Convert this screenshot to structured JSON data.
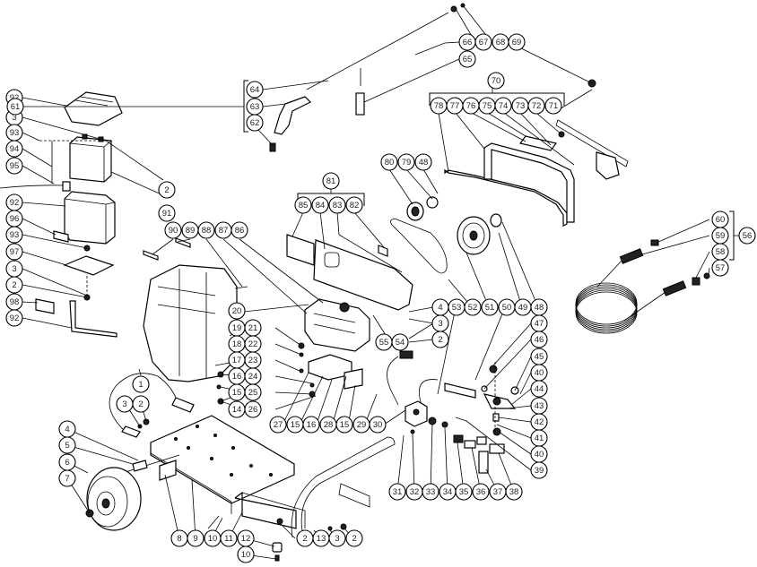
{
  "diagram": {
    "title": "Pressure Washer Exploded Parts Diagram",
    "callouts": [
      {
        "id": "c92a",
        "label": "92"
      },
      {
        "id": "c3a",
        "label": "3"
      },
      {
        "id": "c93a",
        "label": "93"
      },
      {
        "id": "c94",
        "label": "94"
      },
      {
        "id": "c95",
        "label": "95"
      },
      {
        "id": "c92b",
        "label": "92"
      },
      {
        "id": "c96",
        "label": "96"
      },
      {
        "id": "c93b",
        "label": "93"
      },
      {
        "id": "c97",
        "label": "97"
      },
      {
        "id": "c3b",
        "label": "3"
      },
      {
        "id": "c2a",
        "label": "2"
      },
      {
        "id": "c98",
        "label": "98"
      },
      {
        "id": "c92c",
        "label": "92"
      },
      {
        "id": "c2b",
        "label": "2"
      },
      {
        "id": "c91",
        "label": "91"
      },
      {
        "id": "c61",
        "label": "61"
      },
      {
        "id": "c64",
        "label": "64"
      },
      {
        "id": "c63",
        "label": "63"
      },
      {
        "id": "c62",
        "label": "62"
      },
      {
        "id": "c66",
        "label": "66"
      },
      {
        "id": "c67",
        "label": "67"
      },
      {
        "id": "c68",
        "label": "68"
      },
      {
        "id": "c69",
        "label": "69"
      },
      {
        "id": "c65",
        "label": "65"
      },
      {
        "id": "c70",
        "label": "70"
      },
      {
        "id": "c78",
        "label": "78"
      },
      {
        "id": "c77",
        "label": "77"
      },
      {
        "id": "c76",
        "label": "76"
      },
      {
        "id": "c75",
        "label": "75"
      },
      {
        "id": "c74",
        "label": "74"
      },
      {
        "id": "c73",
        "label": "73"
      },
      {
        "id": "c72",
        "label": "72"
      },
      {
        "id": "c71",
        "label": "71"
      },
      {
        "id": "c80",
        "label": "80"
      },
      {
        "id": "c79",
        "label": "79"
      },
      {
        "id": "c48a",
        "label": "48"
      },
      {
        "id": "c81",
        "label": "81"
      },
      {
        "id": "c85",
        "label": "85"
      },
      {
        "id": "c84",
        "label": "84"
      },
      {
        "id": "c83",
        "label": "83"
      },
      {
        "id": "c82",
        "label": "82"
      },
      {
        "id": "c90",
        "label": "90"
      },
      {
        "id": "c89",
        "label": "89"
      },
      {
        "id": "c88",
        "label": "88"
      },
      {
        "id": "c87",
        "label": "87"
      },
      {
        "id": "c86",
        "label": "86"
      },
      {
        "id": "c20",
        "label": "20"
      },
      {
        "id": "c19",
        "label": "19"
      },
      {
        "id": "c21",
        "label": "21"
      },
      {
        "id": "c18",
        "label": "18"
      },
      {
        "id": "c22",
        "label": "22"
      },
      {
        "id": "c17",
        "label": "17"
      },
      {
        "id": "c23",
        "label": "23"
      },
      {
        "id": "c16a",
        "label": "16"
      },
      {
        "id": "c24",
        "label": "24"
      },
      {
        "id": "c15a",
        "label": "15"
      },
      {
        "id": "c25",
        "label": "25"
      },
      {
        "id": "c14",
        "label": "14"
      },
      {
        "id": "c26",
        "label": "26"
      },
      {
        "id": "c27",
        "label": "27"
      },
      {
        "id": "c15b",
        "label": "15"
      },
      {
        "id": "c16b",
        "label": "16"
      },
      {
        "id": "c28",
        "label": "28"
      },
      {
        "id": "c15c",
        "label": "15"
      },
      {
        "id": "c29",
        "label": "29"
      },
      {
        "id": "c30",
        "label": "30"
      },
      {
        "id": "c4a",
        "label": "4"
      },
      {
        "id": "c53",
        "label": "53"
      },
      {
        "id": "c52",
        "label": "52"
      },
      {
        "id": "c51",
        "label": "51"
      },
      {
        "id": "c50",
        "label": "50"
      },
      {
        "id": "c49",
        "label": "49"
      },
      {
        "id": "c48b",
        "label": "48"
      },
      {
        "id": "c3c",
        "label": "3"
      },
      {
        "id": "c2c",
        "label": "2"
      },
      {
        "id": "c55",
        "label": "55"
      },
      {
        "id": "c54",
        "label": "54"
      },
      {
        "id": "c47",
        "label": "47"
      },
      {
        "id": "c46",
        "label": "46"
      },
      {
        "id": "c45",
        "label": "45"
      },
      {
        "id": "c40a",
        "label": "40"
      },
      {
        "id": "c44",
        "label": "44"
      },
      {
        "id": "c43",
        "label": "43"
      },
      {
        "id": "c42",
        "label": "42"
      },
      {
        "id": "c41",
        "label": "41"
      },
      {
        "id": "c40b",
        "label": "40"
      },
      {
        "id": "c39",
        "label": "39"
      },
      {
        "id": "c31",
        "label": "31"
      },
      {
        "id": "c32",
        "label": "32"
      },
      {
        "id": "c33",
        "label": "33"
      },
      {
        "id": "c34",
        "label": "34"
      },
      {
        "id": "c35",
        "label": "35"
      },
      {
        "id": "c36",
        "label": "36"
      },
      {
        "id": "c37",
        "label": "37"
      },
      {
        "id": "c38",
        "label": "38"
      },
      {
        "id": "c60",
        "label": "60"
      },
      {
        "id": "c59",
        "label": "59"
      },
      {
        "id": "c58",
        "label": "58"
      },
      {
        "id": "c57",
        "label": "57"
      },
      {
        "id": "c56",
        "label": "56"
      },
      {
        "id": "c1",
        "label": "1"
      },
      {
        "id": "c3d",
        "label": "3"
      },
      {
        "id": "c2d",
        "label": "2"
      },
      {
        "id": "c4b",
        "label": "4"
      },
      {
        "id": "c5",
        "label": "5"
      },
      {
        "id": "c6",
        "label": "6"
      },
      {
        "id": "c7",
        "label": "7"
      },
      {
        "id": "c8",
        "label": "8"
      },
      {
        "id": "c9",
        "label": "9"
      },
      {
        "id": "c10a",
        "label": "10"
      },
      {
        "id": "c11",
        "label": "11"
      },
      {
        "id": "c12",
        "label": "12"
      },
      {
        "id": "c10b",
        "label": "10"
      },
      {
        "id": "c2e",
        "label": "2"
      },
      {
        "id": "c13",
        "label": "13"
      },
      {
        "id": "c3e",
        "label": "3"
      },
      {
        "id": "c2f",
        "label": "2"
      }
    ]
  }
}
